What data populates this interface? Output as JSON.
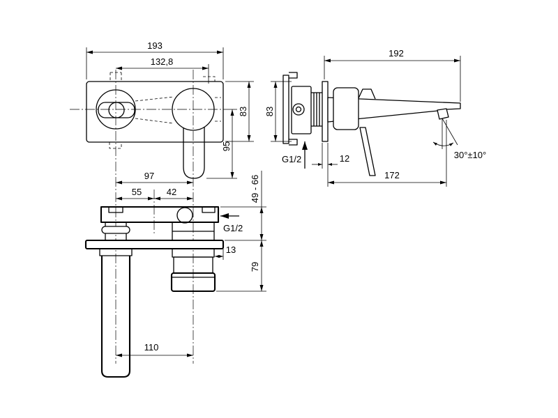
{
  "front_view": {
    "overall_width": "193",
    "hole_spacing": "132,8",
    "plate_height": "83",
    "lever_length": "95"
  },
  "side_view": {
    "projection": "192",
    "plate_height": "83",
    "inlet": "G1/2",
    "plate_thickness": "12",
    "spout_reach": "172",
    "spout_angle": "30°±10°"
  },
  "top_view": {
    "lever_offset": "97",
    "offset_a": "55",
    "offset_b": "42",
    "installation_depth": "49 - 66",
    "inlet": "G1/2",
    "collar": "13",
    "cartridge_depth": "79",
    "spacing": "110"
  },
  "colors": {
    "line": "#000000",
    "background": "#ffffff"
  }
}
